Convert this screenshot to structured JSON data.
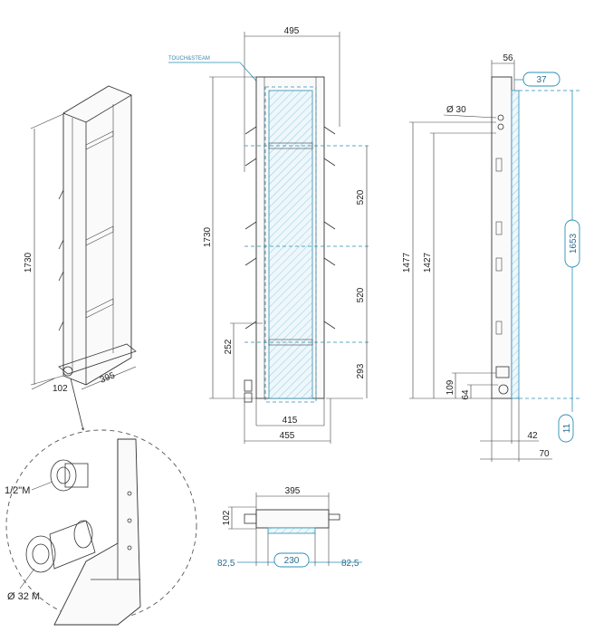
{
  "iso_view": {
    "height_label": "1730",
    "depth_label": "102",
    "width_label": "395"
  },
  "detail_view": {
    "thread_label": "1/2\"M",
    "pipe_label": "Ø 32 M"
  },
  "front_view": {
    "top_width": "495",
    "touchsteam_label": "TOUCH&STEAM",
    "height_label": "1730",
    "seg1": "520",
    "seg2": "520",
    "seg3": "293",
    "side_label": "252",
    "inner_width": "415",
    "outer_width": "455"
  },
  "side_view": {
    "top_depth": "56",
    "top_pill": "37",
    "diameter": "Ø 30",
    "h1": "1477",
    "h2": "1427",
    "panel_pill": "1653",
    "b1": "109",
    "b2": "64",
    "bottom_pill": "11",
    "d1": "42",
    "d2": "70"
  },
  "plan_view": {
    "width": "395",
    "depth": "102",
    "left_offset": "82,5",
    "center_pill": "230",
    "right_offset": "82,5"
  },
  "colors": {
    "line": "#333333",
    "accent": "#2a8fb5"
  }
}
